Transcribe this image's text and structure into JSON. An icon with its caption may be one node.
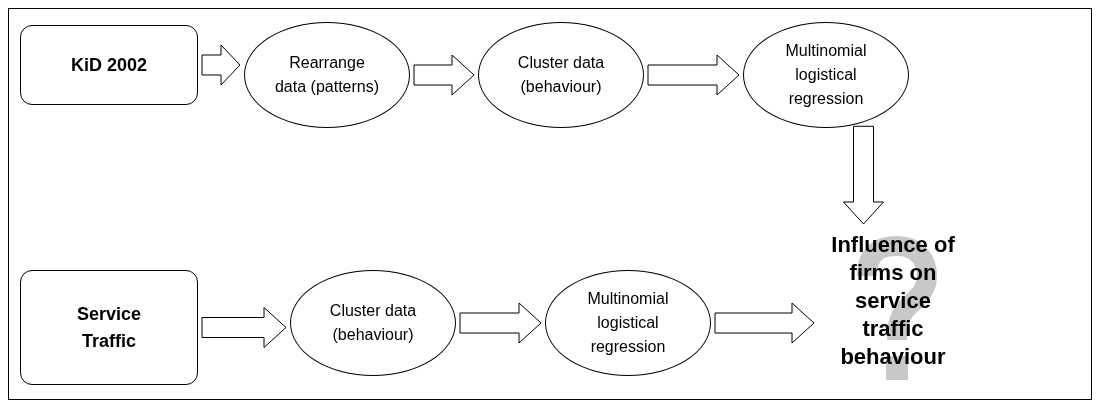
{
  "diagram": {
    "nodes": [
      {
        "text": [
          "KiD 2002"
        ]
      },
      {
        "text": [
          "Rearrange data (patterns)"
        ]
      },
      {
        "text": [
          "Cluster data (behaviour)"
        ]
      },
      {
        "text": [
          "Multinomial logistical regression"
        ]
      },
      {
        "text": [
          "Influence of firms on service traffic behaviour"
        ]
      },
      {
        "text": [
          "Service Traffic"
        ]
      },
      {
        "text": [
          "Cluster data (behaviour)"
        ]
      },
      {
        "text": [
          "Multinomial logistical regression"
        ]
      }
    ],
    "edges": [
      {
        "from": 0,
        "to": 1,
        "arrow": "to"
      },
      {
        "from": 1,
        "to": 2,
        "arrow": "to"
      },
      {
        "from": 2,
        "to": 3,
        "arrow": "to"
      },
      {
        "from": 3,
        "to": 4,
        "arrow": "to"
      },
      {
        "from": 5,
        "to": 6,
        "arrow": "to"
      },
      {
        "from": 6,
        "to": 7,
        "arrow": "to"
      },
      {
        "from": 7,
        "to": 4,
        "arrow": "to"
      }
    ]
  }
}
